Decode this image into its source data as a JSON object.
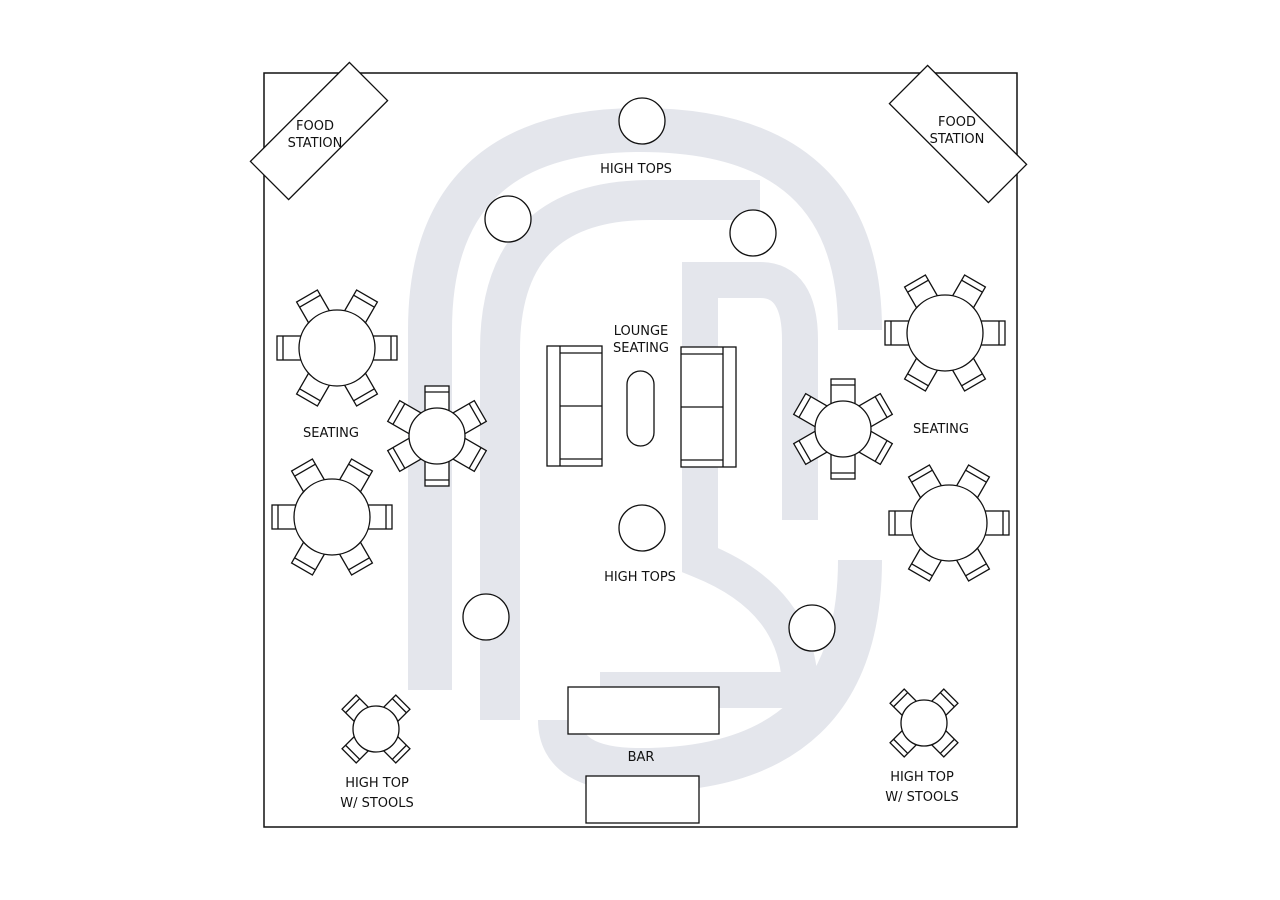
{
  "labels": {
    "food_station_left": [
      "FOOD",
      "STATION"
    ],
    "food_station_right": [
      "FOOD",
      "STATION"
    ],
    "high_tops_top": "HIGH TOPS",
    "lounge": [
      "LOUNGE",
      "SEATING"
    ],
    "seating_left": "SEATING",
    "seating_right": "SEATING",
    "high_tops_center": "HIGH TOPS",
    "bar": "BAR",
    "high_top_stools_left": [
      "HIGH TOP",
      "W/ STOOLS"
    ],
    "high_top_stools_right": [
      "HIGH TOP",
      "W/ STOOLS"
    ]
  },
  "colors": {
    "line": "#111111",
    "watermark": "#e4e6ec"
  }
}
